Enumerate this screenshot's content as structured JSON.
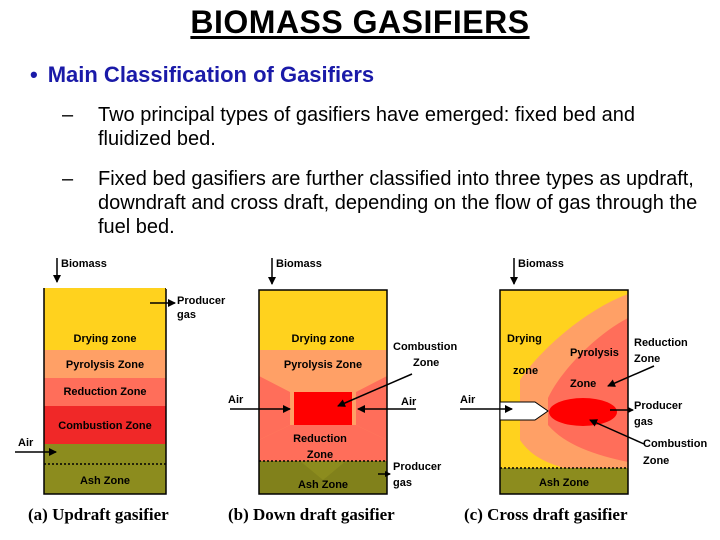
{
  "title": "BIOMASS GASIFIERS",
  "heading": {
    "bullet": "•",
    "text": "Main Classification of Gasifiers"
  },
  "subpoints": [
    {
      "dash": "–",
      "text": "Two principal types of gasifiers have emerged: fixed bed and fluidized bed."
    },
    {
      "dash": "–",
      "text": "Fixed bed gasifiers are further classified into three types as updraft, downdraft and cross draft, depending on the flow of gas through the fuel bed."
    }
  ],
  "colors": {
    "drying": "#ffd21e",
    "pyrolysis": "#ffa066",
    "reduction": "#ff6e5a",
    "combustion": "#f02828",
    "ash": "#8c8c1e",
    "hot_core": "#ff0000"
  },
  "diagrams": {
    "updraft": {
      "caption": "(a) Updraft gasifier",
      "biomass": "Biomass",
      "producer_gas": [
        "Producer",
        "gas"
      ],
      "zones": [
        "Drying zone",
        "Pyrolysis Zone",
        "Reduction Zone",
        "Combustion Zone",
        "Ash Zone"
      ],
      "air": "Air"
    },
    "downdraft": {
      "caption": "(b) Down draft gasifier",
      "biomass": "Biomass",
      "drying": "Drying zone",
      "pyrolysis": "Pyrolysis Zone",
      "combustion_label": [
        "Combustion",
        "Zone"
      ],
      "air_left": "Air",
      "air_right": "Air",
      "reduction": [
        "Reduction",
        "Zone"
      ],
      "producer_gas": [
        "Producer",
        "gas"
      ],
      "ash": "Ash Zone"
    },
    "crossdraft": {
      "caption": "(c) Cross draft gasifier",
      "biomass": "Biomass",
      "drying": [
        "Drying",
        "zone"
      ],
      "pyrolysis": [
        "Pyrolysis",
        "Zone"
      ],
      "reduction_label": [
        "Reduction",
        "Zone"
      ],
      "air": "Air",
      "producer_gas": [
        "Producer",
        "gas"
      ],
      "combustion_label": [
        "Combustion",
        "Zone"
      ],
      "ash": "Ash Zone"
    }
  }
}
